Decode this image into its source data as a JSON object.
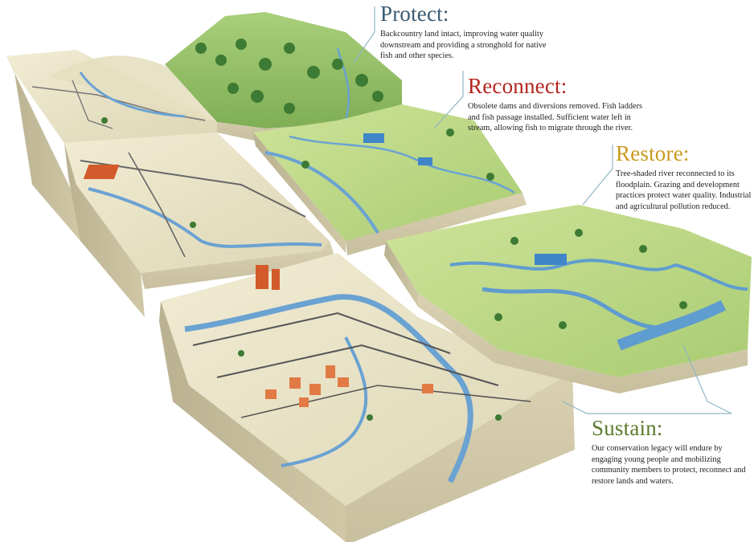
{
  "colors": {
    "protect": "#3a5a72",
    "reconnect": "#b3261e",
    "restore": "#c99a1e",
    "sustain": "#5c7a2e",
    "leader_line": "#8fb7c4",
    "river": "#5f9ccf",
    "terrain_light": "#e8e2c4",
    "terrain_green": "#b9d77e",
    "block_side": "#d8d0b2",
    "forest": "#2f6b2e"
  },
  "callouts": {
    "protect": {
      "title": "Protect:",
      "text": "Backcountry land intact, improving water quality downstream and providing a stronghold for native fish and other species."
    },
    "reconnect": {
      "title": "Reconnect:",
      "text": "Obsolete dams and diversions removed. Fish ladders and fish passage installed. Sufficient water left in stream, allowing fish to migrate through the river."
    },
    "restore": {
      "title": "Restore:",
      "text": "Tree-shaded river reconnected to its floodplain. Grazing and development practices protect water quality. Industrial and agricultural pollution reduced."
    },
    "sustain": {
      "title": "Sustain:",
      "text": "Our conservation legacy will endure by engaging young people and mobilizing community members to protect, reconnect and restore lands and waters."
    }
  }
}
